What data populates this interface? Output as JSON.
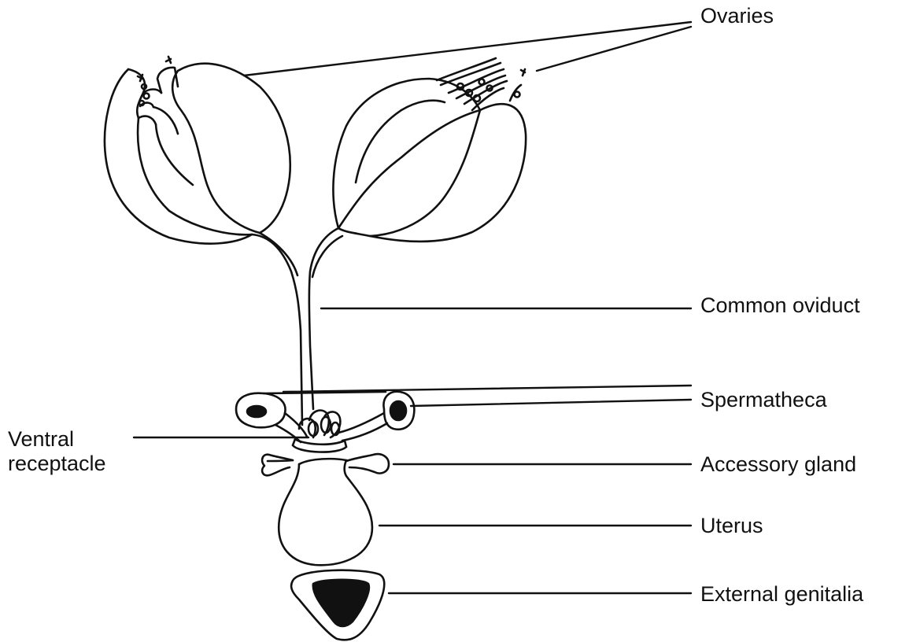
{
  "labels": {
    "ovaries": "Ovaries",
    "common_oviduct": "Common  oviduct",
    "spermatheca": "Spermatheca",
    "accessory_gland": "Accessory  gland",
    "uterus": "Uterus",
    "external_genitalia": "External  genitalia",
    "ventral_receptacle_line1": "Ventral",
    "ventral_receptacle_line2": "receptacle"
  },
  "colors": {
    "ink": "#111111",
    "background": "#ffffff"
  }
}
